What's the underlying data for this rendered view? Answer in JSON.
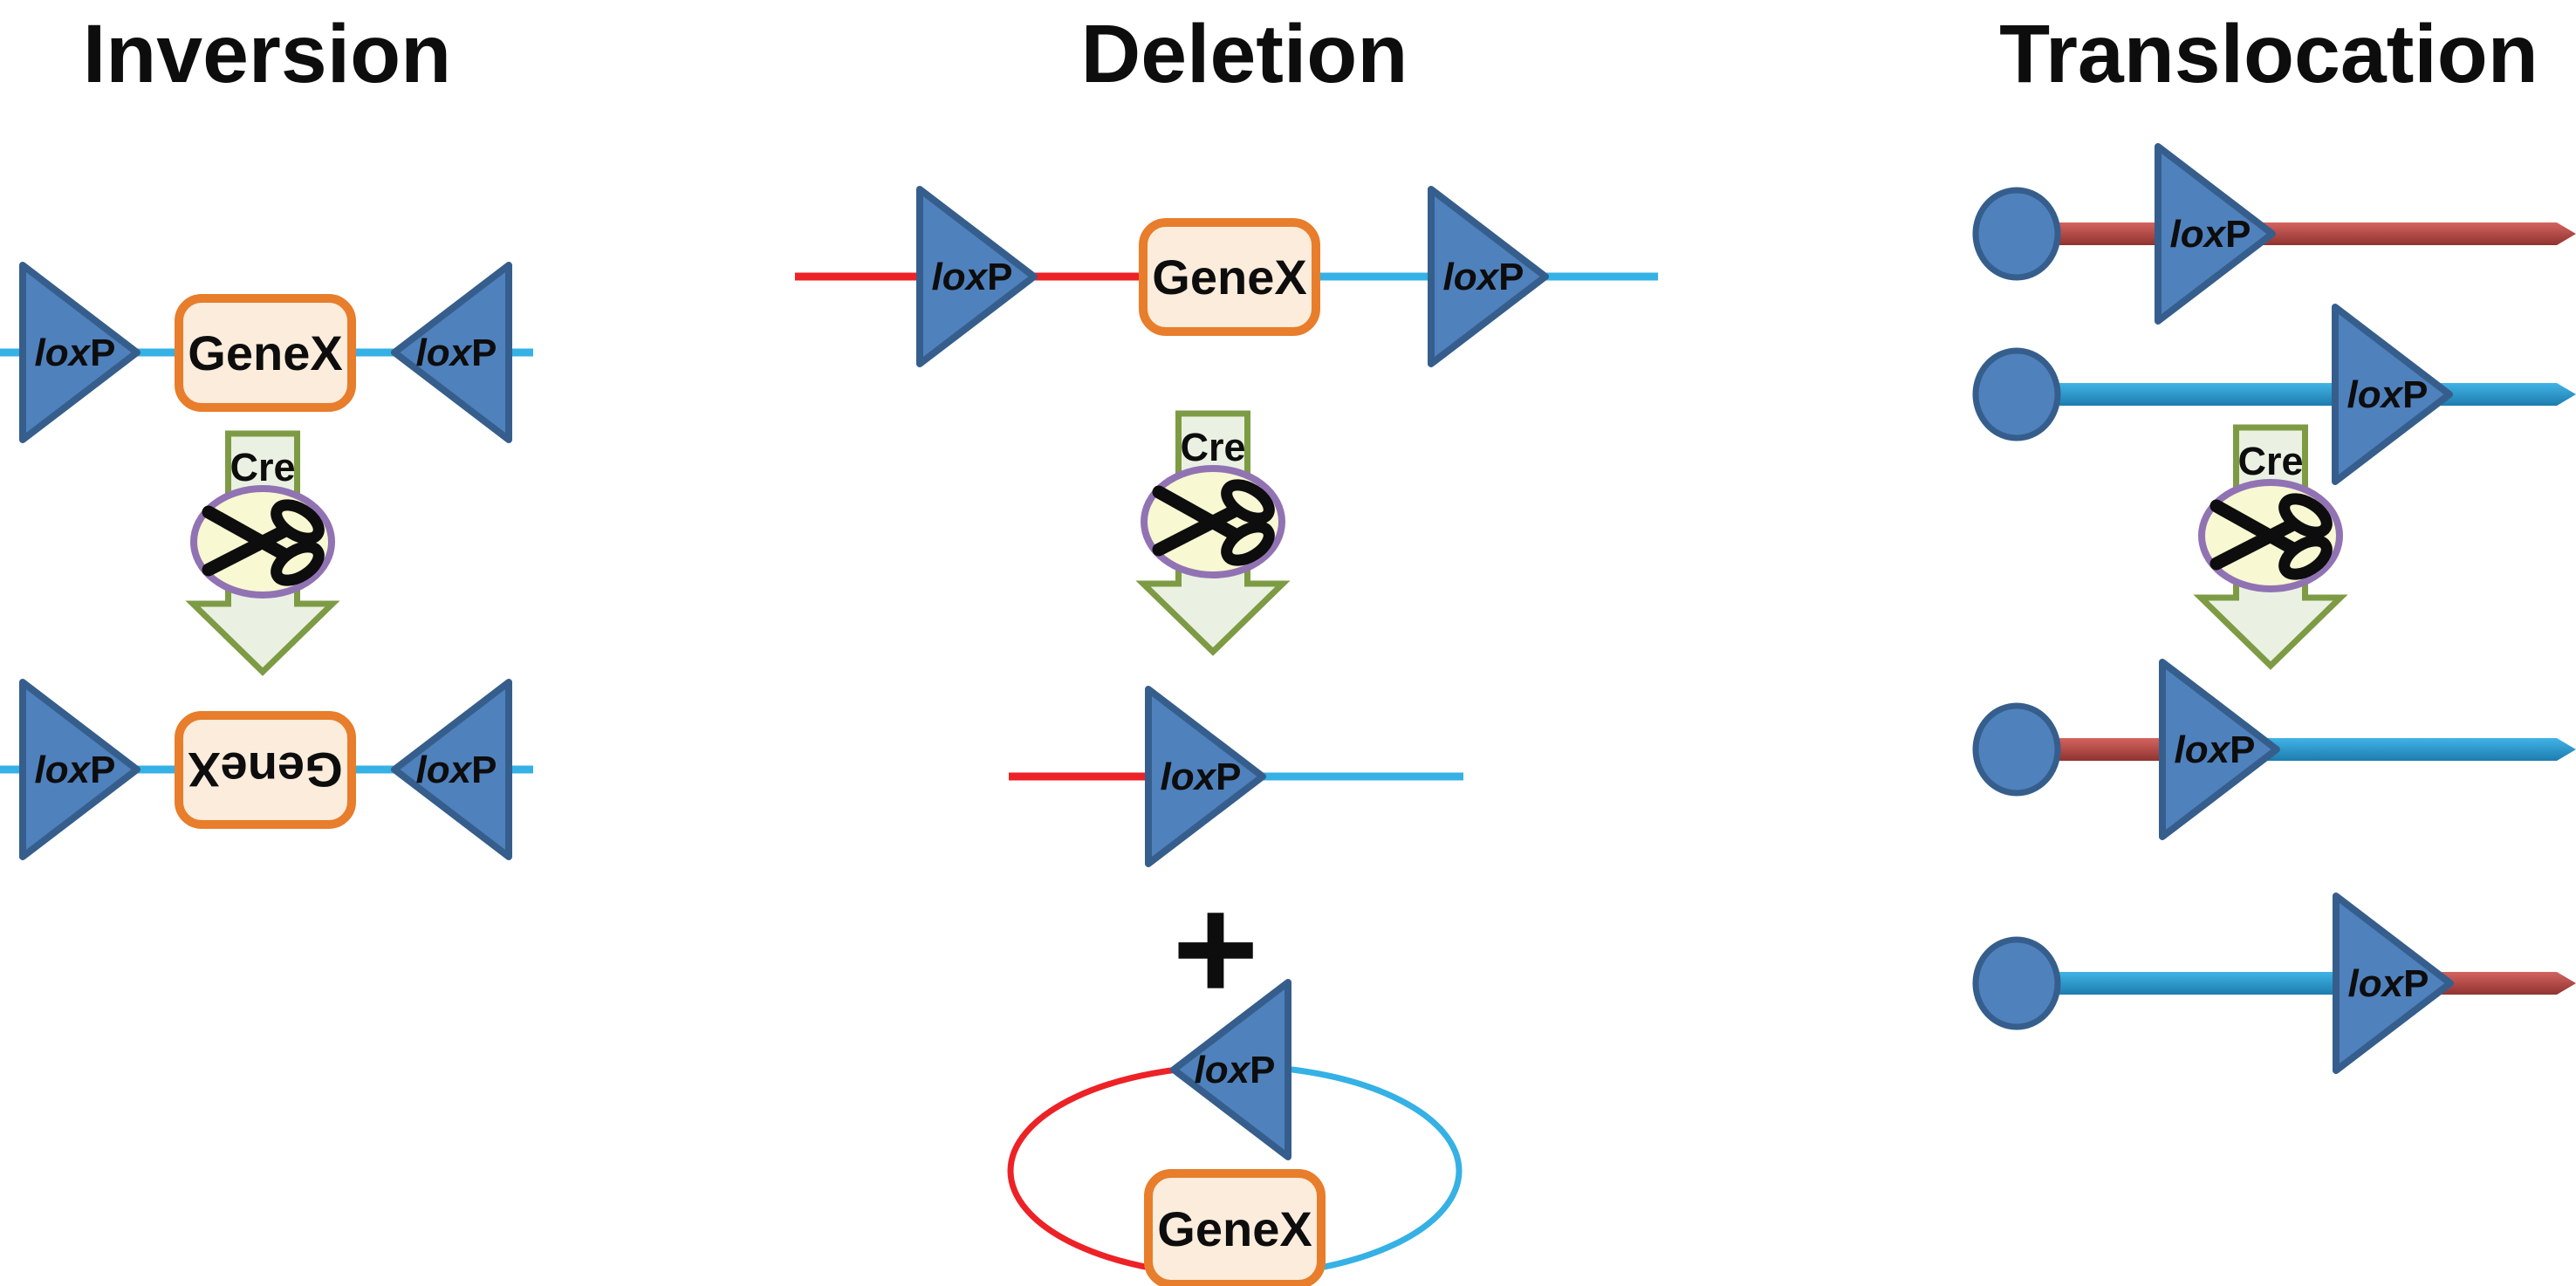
{
  "panels": {
    "inversion": {
      "title": "Inversion"
    },
    "deletion": {
      "title": "Deletion"
    },
    "translocation": {
      "title": "Translocation"
    }
  },
  "labels": {
    "lox": "lox",
    "p": "P",
    "gene": "GeneX",
    "cre": "Cre",
    "plus": "+"
  },
  "icons": {
    "scissors": "open-scissors-glyph (drawn as SVG shape)"
  },
  "colors": {
    "text_color": "#0d0d0d",
    "dna_line_blue": "#35B1E5",
    "dna_line_red": "#EC2227",
    "loxp_triangle_fill": "#4F81BD",
    "loxp_triangle_border": "#365E8C",
    "gene_box_fill": "#FBECDC",
    "gene_box_border": "#E87D2B",
    "cre_arrow_fill": "#EAF1E2",
    "cre_arrow_border": "#7D9B44",
    "cre_ellipse_fill": "#F8F8D3",
    "cre_ellipse_border": "#9173B4",
    "chromosome_red_light": "#D4635F",
    "chromosome_red_dark": "#8F3330",
    "chromosome_blue_light": "#41B3E6",
    "chromosome_blue_dark": "#1D7CAE",
    "centromere_fill": "#4F81BD",
    "centromere_border": "#365E8C"
  }
}
